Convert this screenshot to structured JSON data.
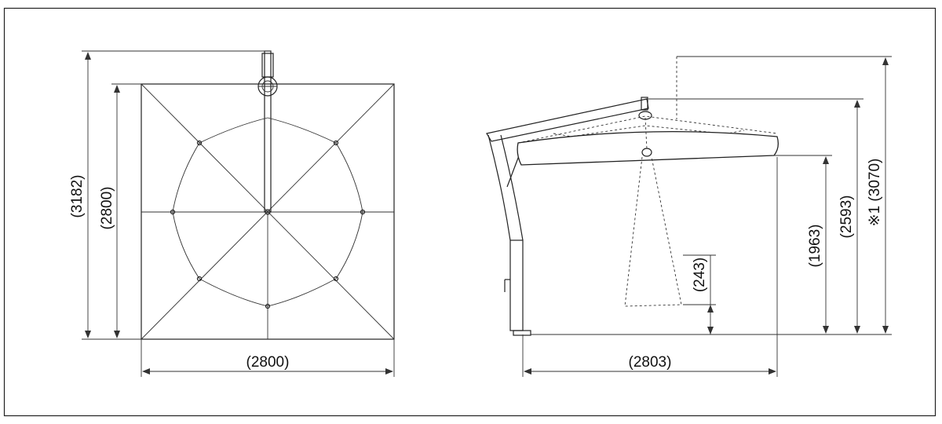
{
  "top_view": {
    "height_total_label": "(3182)",
    "canopy_height_label": "(2800)",
    "canopy_width_label": "(2800)"
  },
  "side_view": {
    "span_label": "(2803)",
    "arm_label": "(243)",
    "clearance_label": "(1963)",
    "canopy_top_label": "(2593)",
    "max_height_label": "※1 (3070)"
  }
}
